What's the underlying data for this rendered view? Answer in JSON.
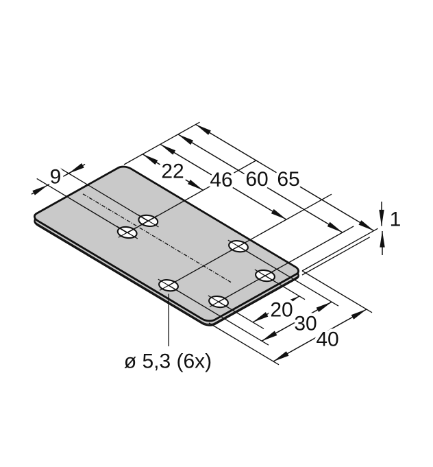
{
  "drawing": {
    "dimensions": {
      "length": [
        "22",
        "46",
        "60",
        "65"
      ],
      "row_offset": "9",
      "thickness": "1",
      "width": [
        "20",
        "30",
        "40"
      ]
    },
    "hole_callout": "ø 5,3 (6x)"
  }
}
